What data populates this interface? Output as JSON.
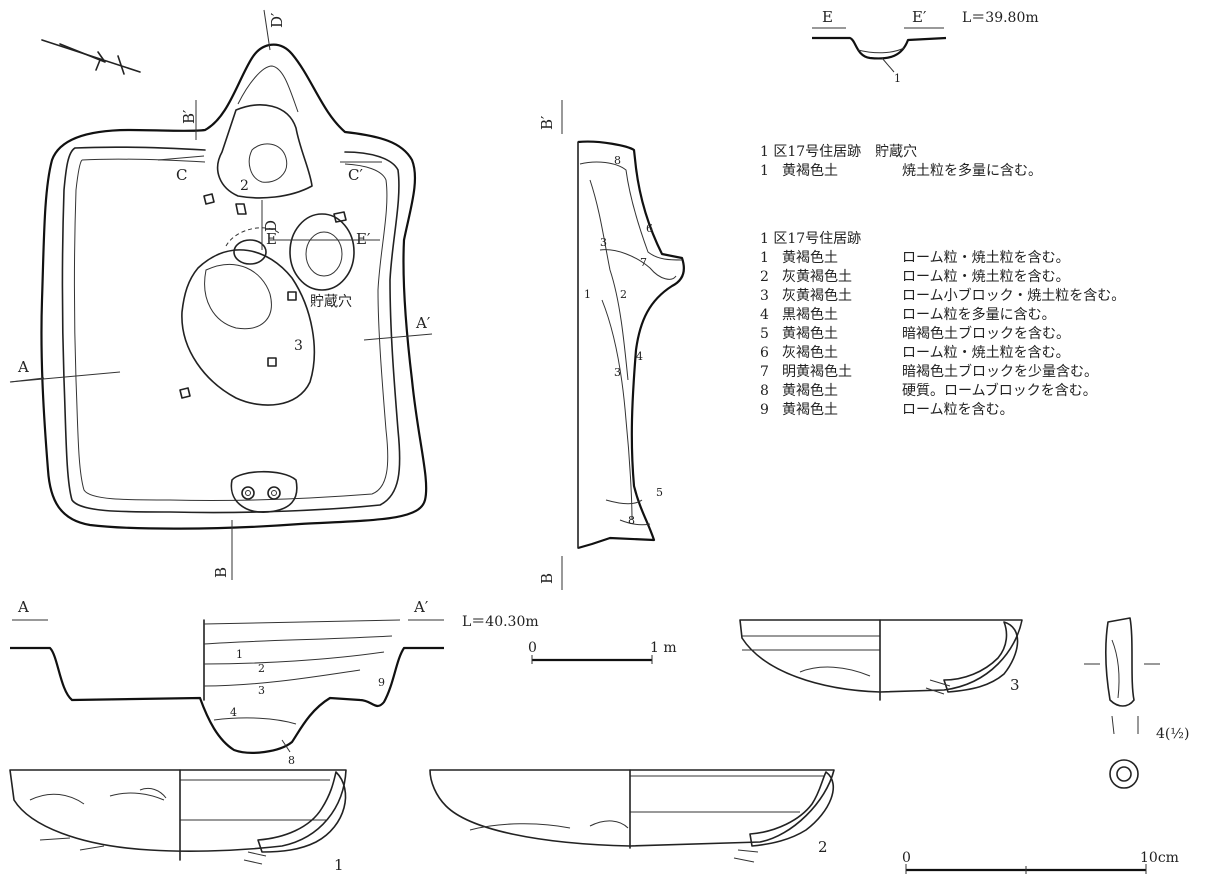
{
  "sections": {
    "A": "A",
    "A_prime": "A′",
    "B": "B",
    "B_prime": "B′",
    "C": "C",
    "C_prime": "C′",
    "D": "D",
    "D_prime": "D′",
    "E": "E",
    "E_prime": "E′"
  },
  "plan_labels": {
    "storage_pit": "貯蔵穴",
    "n2": "2",
    "n3": "3"
  },
  "levels": {
    "ee_level": "L＝39.80m",
    "aa_level": "L＝40.30m"
  },
  "scales": {
    "m_zero": "0",
    "m_end": "1 m",
    "cm_zero": "0",
    "cm_end": "10cm"
  },
  "artifacts": {
    "a1": "1",
    "a2": "2",
    "a3": "3",
    "a4": "4(½)"
  },
  "layer_numbers": {
    "ee": [
      "1"
    ],
    "bb": [
      "8",
      "6",
      "3",
      "7",
      "1",
      "2",
      "3",
      "4",
      "5",
      "8"
    ],
    "aa": [
      "1",
      "2",
      "3",
      "4",
      "8",
      "9"
    ]
  },
  "legend_storage": {
    "title": "1 区17号住居跡　貯蔵穴",
    "rows": [
      {
        "num": "1",
        "soil": "黄褐色土",
        "desc": "焼土粒を多量に含む。"
      }
    ]
  },
  "legend_dwelling": {
    "title": "1 区17号住居跡",
    "rows": [
      {
        "num": "1",
        "soil": "黄褐色土",
        "desc": "ローム粒・焼土粒を含む。"
      },
      {
        "num": "2",
        "soil": "灰黄褐色土",
        "desc": "ローム粒・焼土粒を含む。"
      },
      {
        "num": "3",
        "soil": "灰黄褐色土",
        "desc": "ローム小ブロック・焼土粒を含む。"
      },
      {
        "num": "4",
        "soil": "黒褐色土",
        "desc": "ローム粒を多量に含む。"
      },
      {
        "num": "5",
        "soil": "黄褐色土",
        "desc": "暗褐色土ブロックを含む。"
      },
      {
        "num": "6",
        "soil": "灰褐色土",
        "desc": "ローム粒・焼土粒を含む。"
      },
      {
        "num": "7",
        "soil": "明黄褐色土",
        "desc": "暗褐色土ブロックを少量含む。"
      },
      {
        "num": "8",
        "soil": "黄褐色土",
        "desc": "硬質。ロームブロックを含む。"
      },
      {
        "num": "9",
        "soil": "黄褐色土",
        "desc": "ローム粒を含む。"
      }
    ]
  }
}
